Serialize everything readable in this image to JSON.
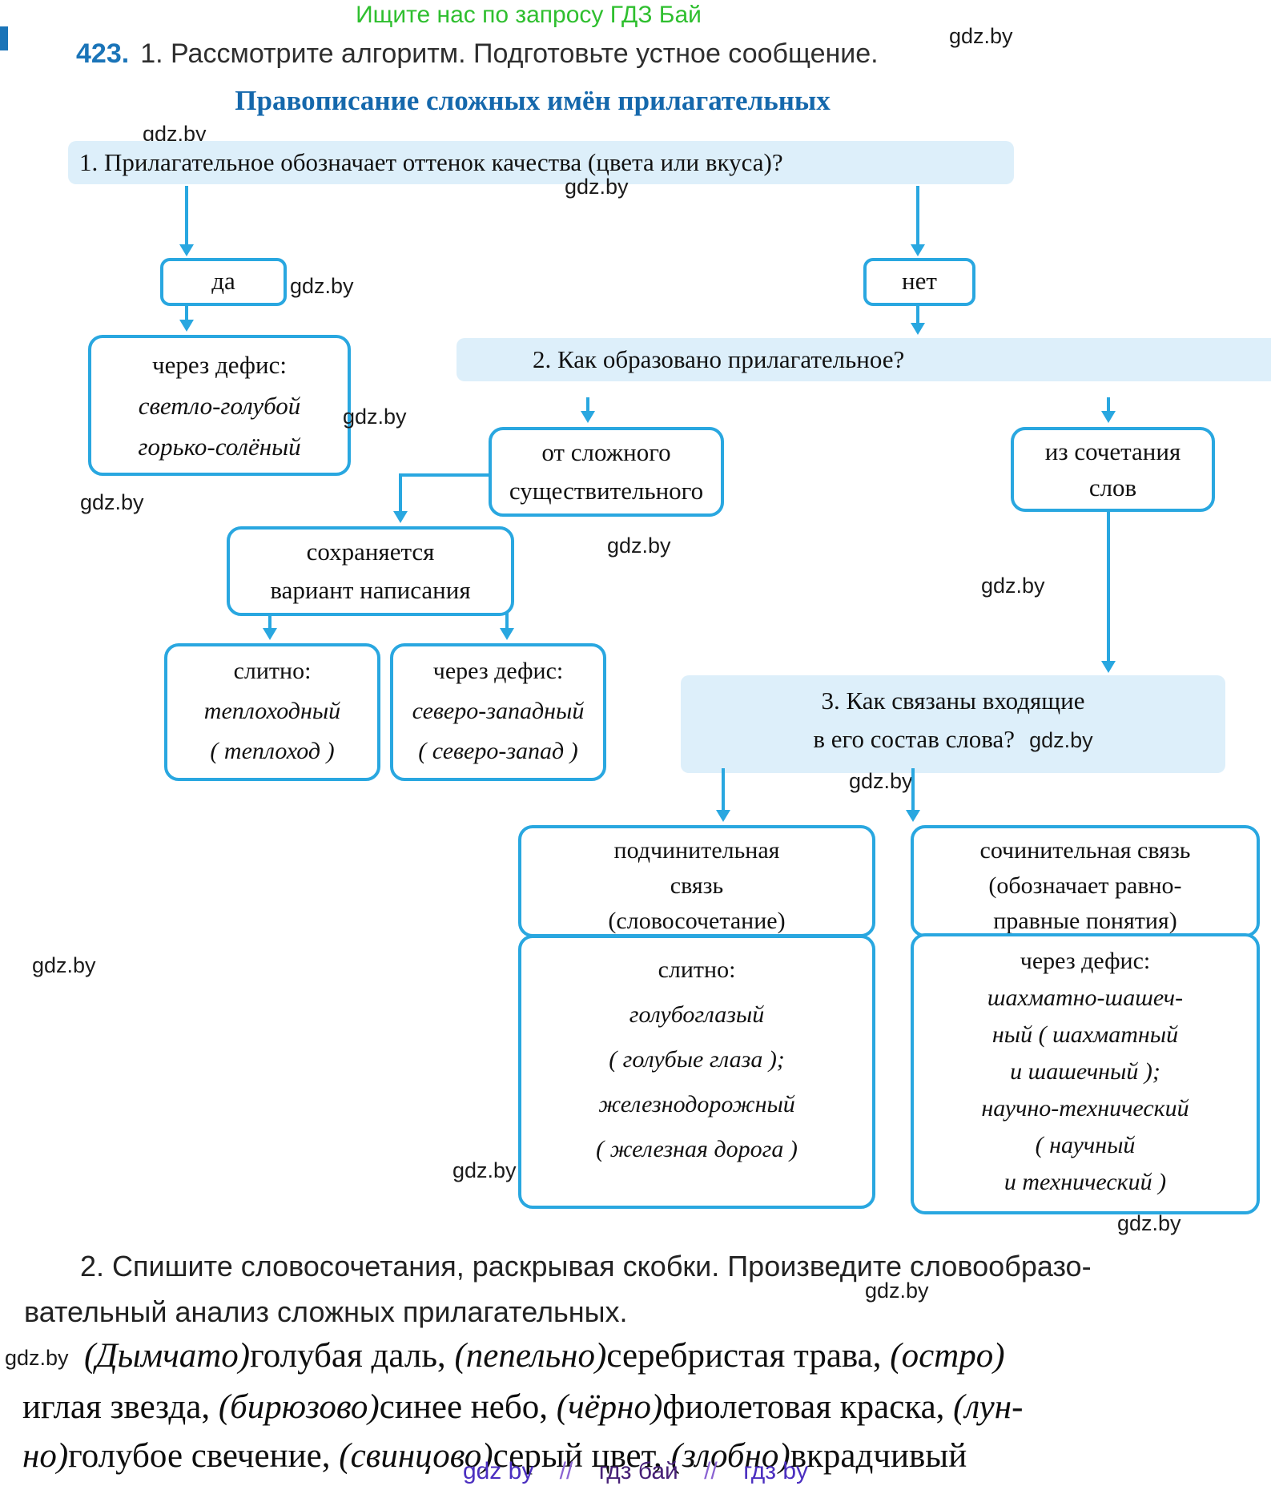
{
  "watermark": "gdz.by",
  "banner": "Ищите нас по запросу ГДЗ Бай",
  "task1": {
    "number": "423.",
    "text": "1. Рассмотрите алгоритм. Подготовьте устное сообщение."
  },
  "title": "Правописание сложных имён прилагательных",
  "flow": {
    "q1": "1. Прилагательное обозначает оттенок качества (цвета или вкуса)?",
    "yes": "да",
    "no": "нет",
    "yes_result": [
      "через дефис:",
      "светло-голубой",
      "горько-солёный"
    ],
    "q2": "2. Как образовано прилагательное?",
    "from_noun": [
      "от сложного",
      "существительного"
    ],
    "from_combo": [
      "из сочетания",
      "слов"
    ],
    "keep": [
      "сохраняется",
      "вариант написания"
    ],
    "solid1": [
      "слитно:",
      "теплоходный",
      "( теплоход )"
    ],
    "hyphen1": [
      "через дефис:",
      "северо-западный",
      "( северо-запад )"
    ],
    "q3": [
      "3. Как связаны входящие",
      "в его состав слова?"
    ],
    "subord": [
      "подчинительная",
      "связь",
      "(словосочетание)"
    ],
    "coord": [
      "сочинительная связь",
      "(обозначает равно-",
      "правные понятия)"
    ],
    "solid2": [
      "слитно:",
      "голубоглазый",
      "( голубые глаза );",
      "железнодорожный",
      "( железная дорога )"
    ],
    "hyphen2": [
      "через дефис:",
      "шахматно-шашеч-",
      "ный ( шахматный",
      "и шашечный );",
      "научно-технический",
      "( научный",
      "и технический )"
    ]
  },
  "task2": {
    "line1": "2. Спишите словосочетания, раскрывая скобки. Произведите словообразо-",
    "line2": "вательный анализ сложных прилагательных."
  },
  "exercise": {
    "l1": [
      "(Дымчато)",
      "голубая даль, ",
      "(пепельно)",
      "серебристая трава, ",
      "(остро)"
    ],
    "l2": [
      "иглая звезда, ",
      "(бирюзово)",
      "синее небо, ",
      "(чёрно)",
      "фиолетовая краска, ",
      "(лун-"
    ],
    "l3": [
      "но)",
      "голубое свечение, ",
      "(свинцово)",
      "серый цвет, ",
      "(злобно)",
      "вкрадчивый"
    ]
  },
  "footer": [
    "gdz by",
    "//",
    "гдз бай",
    "//",
    "гдз by"
  ],
  "colors": {
    "accent": "#29a7e0",
    "bar_bg": "#ddeffa",
    "title_blue": "#1568ac",
    "task_blue": "#1a74b8",
    "banner_green": "#2fbf2f",
    "footer_purple": "#4b2fc0"
  }
}
